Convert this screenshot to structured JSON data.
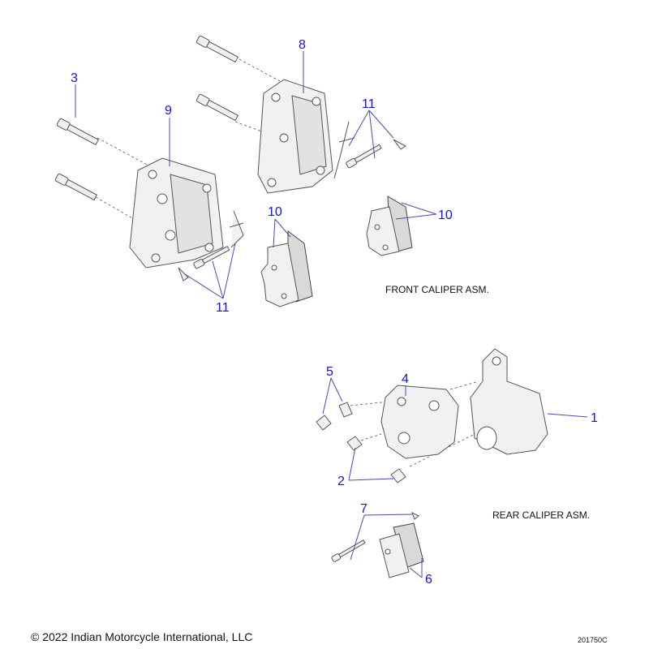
{
  "callouts": {
    "c3": "3",
    "c9": "9",
    "c8": "8",
    "c11a": "11",
    "c10a": "10",
    "c10b": "10",
    "c11b": "11",
    "c5": "5",
    "c4": "4",
    "c1": "1",
    "c2": "2",
    "c7": "7",
    "c6": "6"
  },
  "assemblies": {
    "front": "FRONT CALIPER ASM.",
    "rear": "REAR CALIPER ASM."
  },
  "footer": {
    "copyright": "© 2022 Indian Motorcycle International, LLC",
    "figure_id": "201750C"
  },
  "colors": {
    "callout": "#1616c8",
    "leader": "#4b4bb0"
  }
}
